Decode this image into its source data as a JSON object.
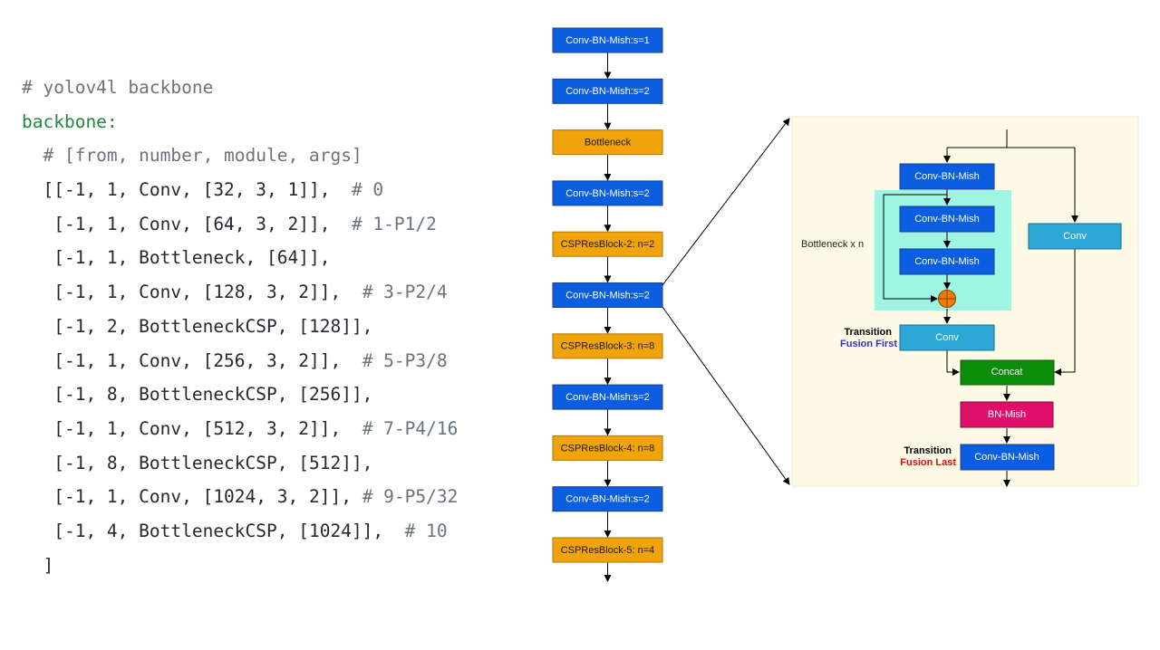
{
  "code": {
    "lines": [
      {
        "parts": [
          {
            "c": "cmt",
            "t": "# yolov4l backbone"
          }
        ]
      },
      {
        "parts": [
          {
            "c": "key",
            "t": "backbone:"
          }
        ]
      },
      {
        "parts": [
          {
            "c": "cmt",
            "t": "  # [from, number, module, args]"
          }
        ]
      },
      {
        "parts": [
          {
            "c": "txt",
            "t": "  [[-1, 1, Conv, [32, 3, 1]],  "
          },
          {
            "c": "cmt",
            "t": "# 0"
          }
        ]
      },
      {
        "parts": [
          {
            "c": "txt",
            "t": "   [-1, 1, Conv, [64, 3, 2]],  "
          },
          {
            "c": "cmt",
            "t": "# 1-P1/2"
          }
        ]
      },
      {
        "parts": [
          {
            "c": "txt",
            "t": "   [-1, 1, Bottleneck, [64]],"
          }
        ]
      },
      {
        "parts": [
          {
            "c": "txt",
            "t": "   [-1, 1, Conv, [128, 3, 2]],  "
          },
          {
            "c": "cmt",
            "t": "# 3-P2/4"
          }
        ]
      },
      {
        "parts": [
          {
            "c": "txt",
            "t": "   [-1, 2, BottleneckCSP, [128]],"
          }
        ]
      },
      {
        "parts": [
          {
            "c": "txt",
            "t": "   [-1, 1, Conv, [256, 3, 2]],  "
          },
          {
            "c": "cmt",
            "t": "# 5-P3/8"
          }
        ]
      },
      {
        "parts": [
          {
            "c": "txt",
            "t": "   [-1, 8, BottleneckCSP, [256]],"
          }
        ]
      },
      {
        "parts": [
          {
            "c": "txt",
            "t": "   [-1, 1, Conv, [512, 3, 2]],  "
          },
          {
            "c": "cmt",
            "t": "# 7-P4/16"
          }
        ]
      },
      {
        "parts": [
          {
            "c": "txt",
            "t": "   [-1, 8, BottleneckCSP, [512]],"
          }
        ]
      },
      {
        "parts": [
          {
            "c": "txt",
            "t": "   [-1, 1, Conv, [1024, 3, 2]], "
          },
          {
            "c": "cmt",
            "t": "# 9-P5/32"
          }
        ]
      },
      {
        "parts": [
          {
            "c": "txt",
            "t": "   [-1, 4, BottleneckCSP, [1024]],  "
          },
          {
            "c": "cmt",
            "t": "# 10"
          }
        ]
      },
      {
        "parts": [
          {
            "c": "txt",
            "t": "  ]"
          }
        ]
      }
    ]
  },
  "colors": {
    "conv_blue": "#0b5ee0",
    "block_orange": "#f0a30a",
    "panel_bg": "#fdfbe6",
    "bottleneck_bg": "#9ef5e3",
    "conv_teal": "#2ea7d6",
    "concat_green": "#0b8c0b",
    "bn_pink": "#e0106a",
    "add_orange": "#f07c00",
    "fusion_first": "#3030d0",
    "fusion_last": "#e01010"
  },
  "stack": {
    "boxes": [
      {
        "label": "Conv-BN-Mish:s=1",
        "kind": "conv"
      },
      {
        "label": "Conv-BN-Mish:s=2",
        "kind": "conv"
      },
      {
        "label": "Bottleneck",
        "kind": "block"
      },
      {
        "label": "Conv-BN-Mish:s=2",
        "kind": "conv"
      },
      {
        "label": "CSPResBlock-2: n=2",
        "kind": "block"
      },
      {
        "label": "Conv-BN-Mish:s=2",
        "kind": "conv"
      },
      {
        "label": "CSPResBlock-3: n=8",
        "kind": "block"
      },
      {
        "label": "Conv-BN-Mish:s=2",
        "kind": "conv"
      },
      {
        "label": "CSPResBlock-4: n=8",
        "kind": "block"
      },
      {
        "label": "Conv-BN-Mish:s=2",
        "kind": "conv"
      },
      {
        "label": "CSPResBlock-5: n=4",
        "kind": "block"
      }
    ]
  },
  "detail": {
    "conv_bn_mish_top": "Conv-BN-Mish",
    "bneck_conv1": "Conv-BN-Mish",
    "bneck_conv2": "Conv-BN-Mish",
    "bottleneck_label": "Bottleneck x n",
    "side_conv": "Conv",
    "transition_conv": "Conv",
    "concat": "Concat",
    "bn_mish": "BN-Mish",
    "final_conv": "Conv-BN-Mish",
    "transition1_title": "Transition",
    "transition1_sub": "Fusion First",
    "transition2_title": "Transition",
    "transition2_sub": "Fusion Last"
  }
}
